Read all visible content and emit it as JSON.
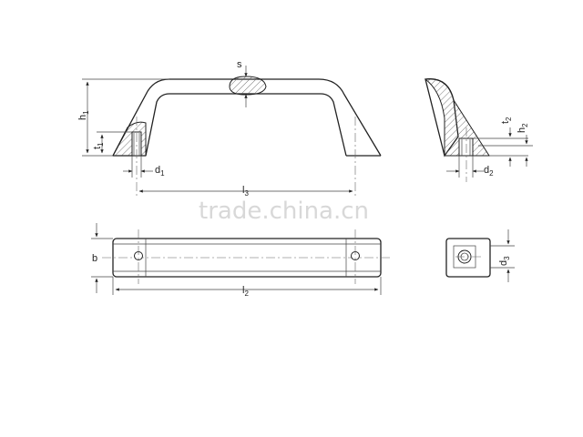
{
  "labels": {
    "s": "s",
    "h1_main": "h",
    "h1_sub": "1",
    "t1_main": "t",
    "t1_sub": "1",
    "d1_main": "d",
    "d1_sub": "1",
    "l3_main": "l",
    "l3_sub": "3",
    "t2_main": "t",
    "t2_sub": "2",
    "h2_main": "h",
    "h2_sub": "2",
    "d2_main": "d",
    "d2_sub": "2",
    "b": "b",
    "l2_main": "l",
    "l2_sub": "2",
    "d3_main": "d",
    "d3_sub": "3"
  },
  "watermark": "trade.china.cn"
}
